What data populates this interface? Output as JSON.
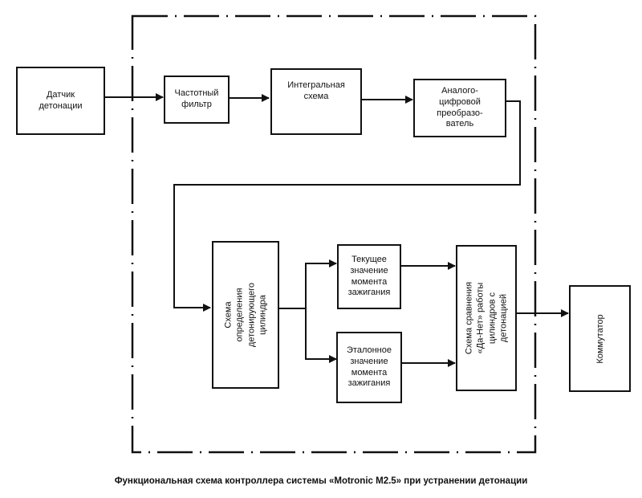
{
  "diagram": {
    "type": "functional block diagram",
    "caption": "Функциональная схема контроллера системы «Motronic M2.5» при устранении детонации",
    "boundary": {
      "label": "",
      "style": "dash-dot",
      "meaning": "controller boundary"
    },
    "blocks": {
      "knock_sensor": {
        "label": "Датчик\nдетонации"
      },
      "frequency_filter": {
        "label": "Частотный\nфильтр"
      },
      "integral_circuit": {
        "label": "Интегральная\nсхема"
      },
      "adc": {
        "label": "Аналого-\nцифровой\nпреобразо-\nватель"
      },
      "cylinder_detector": {
        "label": "Схема\nопределения\nдетонирующего\nцилиндра"
      },
      "current_timing": {
        "label": "Текущее\nзначение\nмомента\nзажигания"
      },
      "reference_timing": {
        "label": "Эталонное\nзначение\nмомента\nзажигания"
      },
      "comparator": {
        "label": "Схема сравнения\n«Да-Нет» работы\nцилиндров с\nдетонацией"
      },
      "commutator": {
        "label": "Коммутатор"
      }
    },
    "connections": [
      {
        "from": "knock_sensor",
        "to": "frequency_filter"
      },
      {
        "from": "frequency_filter",
        "to": "integral_circuit"
      },
      {
        "from": "integral_circuit",
        "to": "adc"
      },
      {
        "from": "adc",
        "to": "cylinder_detector"
      },
      {
        "from": "cylinder_detector",
        "to": "current_timing"
      },
      {
        "from": "cylinder_detector",
        "to": "reference_timing"
      },
      {
        "from": "current_timing",
        "to": "comparator"
      },
      {
        "from": "reference_timing",
        "to": "comparator"
      },
      {
        "from": "comparator",
        "to": "commutator"
      }
    ]
  }
}
